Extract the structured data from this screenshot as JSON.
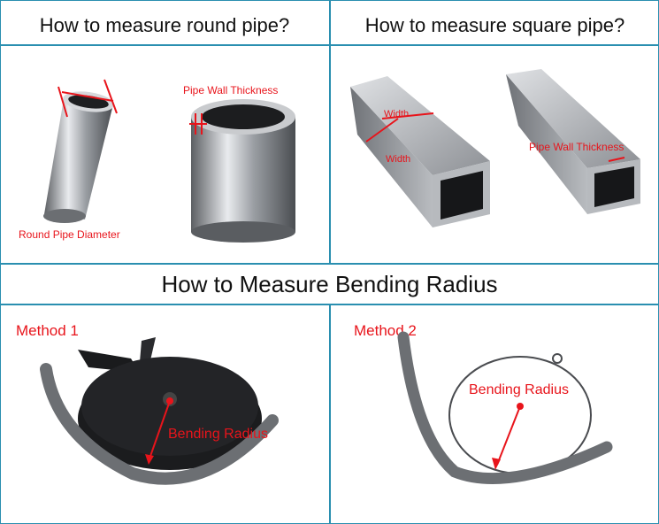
{
  "panels": {
    "round": {
      "title": "How to measure round pipe?",
      "diameter_label": "Round Pipe Diameter",
      "wall_label": "Pipe Wall Thickness"
    },
    "square": {
      "title": "How to measure square pipe?",
      "width_label_1": "Width",
      "width_label_2": "Width",
      "wall_label": "Pipe Wall Thickness"
    }
  },
  "bending": {
    "title": "How to Measure Bending Radius",
    "method1": {
      "label": "Method 1",
      "radius_label": "Bending Radius"
    },
    "method2": {
      "label": "Method 2",
      "radius_label": "Bending Radius"
    }
  },
  "colors": {
    "border": "#2a8fb0",
    "annotation": "#e8141b"
  }
}
